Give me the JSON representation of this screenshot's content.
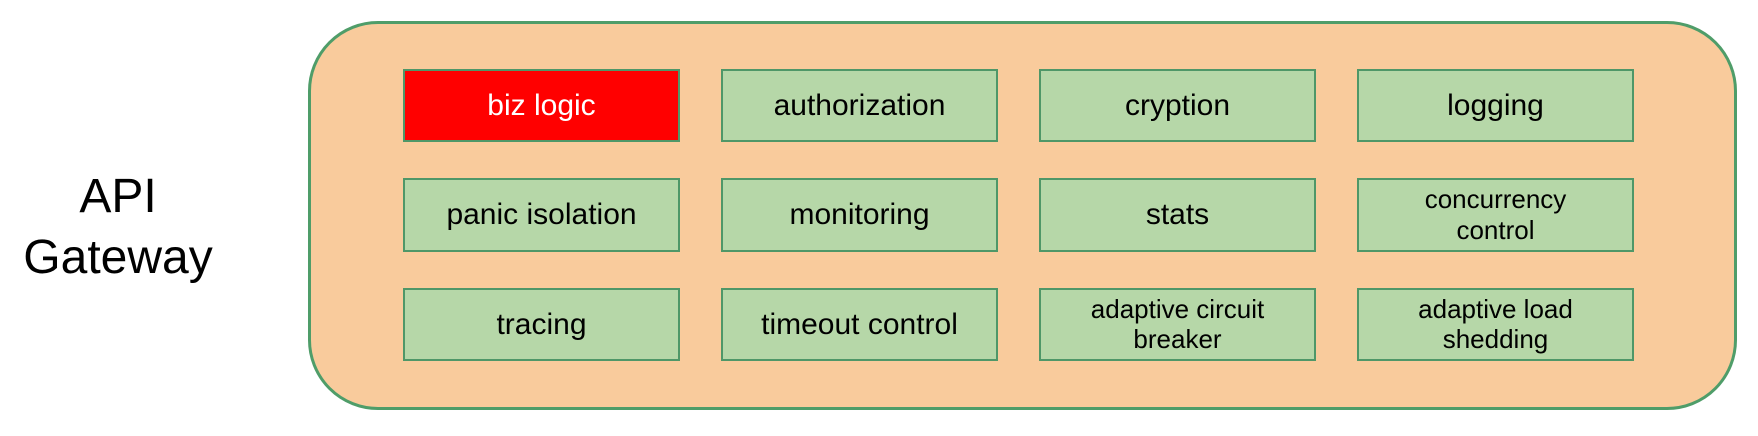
{
  "diagram": {
    "title": "API\nGateway",
    "container_name": "API Gateway",
    "colors": {
      "container_fill": "#f9cb9c",
      "container_border": "#4f9d69",
      "box_fill": "#b6d7a8",
      "box_border": "#4f9768",
      "highlight_fill": "#ff0000",
      "highlight_text": "#ffffff",
      "text": "#000000",
      "page_background": "#ffffff"
    },
    "boxes": [
      {
        "label": "biz logic",
        "highlight": true
      },
      {
        "label": "authorization",
        "highlight": false
      },
      {
        "label": "cryption",
        "highlight": false
      },
      {
        "label": "logging",
        "highlight": false
      },
      {
        "label": "panic isolation",
        "highlight": false
      },
      {
        "label": "monitoring",
        "highlight": false
      },
      {
        "label": "stats",
        "highlight": false
      },
      {
        "label": "concurrency\ncontrol",
        "highlight": false
      },
      {
        "label": "tracing",
        "highlight": false
      },
      {
        "label": "timeout control",
        "highlight": false
      },
      {
        "label": "adaptive circuit\nbreaker",
        "highlight": false
      },
      {
        "label": "adaptive load\nshedding",
        "highlight": false
      }
    ]
  }
}
